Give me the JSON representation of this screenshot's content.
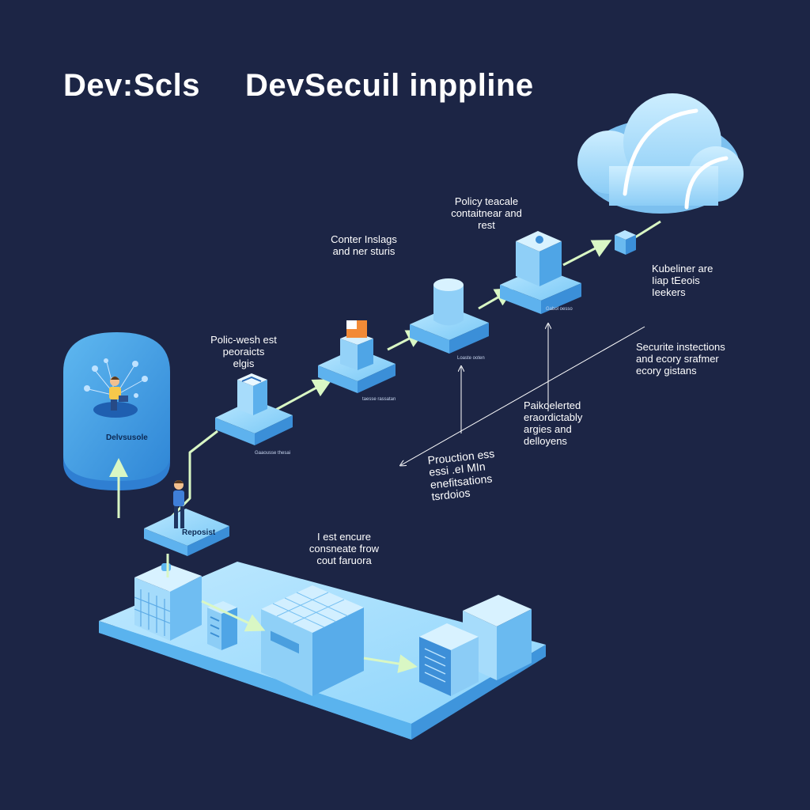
{
  "title": {
    "left": "Dev:Scls",
    "right": "DevSecuil inppline"
  },
  "annotations": {
    "policy_tests": "Polic-wesh est\npeoraicts\nelgis",
    "container_images": "Conter Inslags\nand ner sturis",
    "policy_container": "Policy teacale\ncontaitnear and\nrest",
    "kubernetes": "Kubeliner are\nIiap tEeois\nIeekers",
    "security_inspections": "Securite instections\nand ecory srafmer\necory gistans",
    "policy_deploy": "Paikoelerted\neraordictably\nargies and\ndelloyens",
    "production": "Prouction ess\nessi .eI MIn\nenefitsations\ntsrdoios",
    "test_ensure": "I est encure\nconsneate frow\ncout faruora",
    "dev_badge": "Delvsusole",
    "repository_tile": "Reposist"
  },
  "node_captions": [
    "Gaaousse thesai",
    "taesse rassatan",
    "Loaste ooten",
    "Gabol oesso"
  ],
  "colors": {
    "background": "#1c2545",
    "tile": "#8fd3fa",
    "tile_side": "#4aa3e8",
    "arrow": "#d9f7c4",
    "cloud": "#a8dcfb"
  }
}
